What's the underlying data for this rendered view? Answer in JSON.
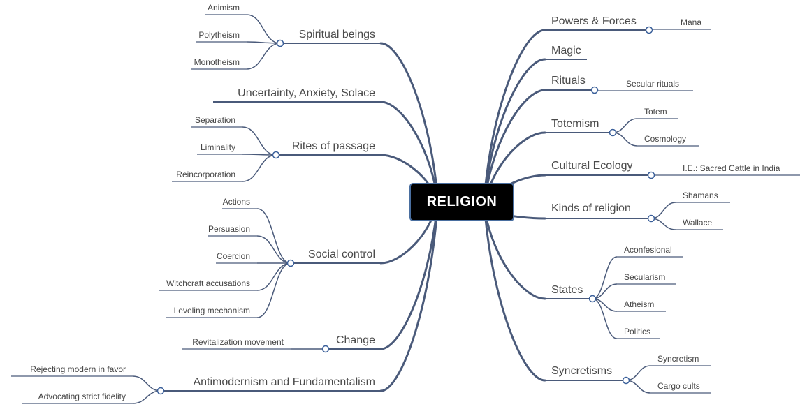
{
  "center": "RELIGION",
  "colors": {
    "line": "#4a5a7a",
    "knot_fill": "#ffffff",
    "knot_stroke": "#3a5f9a",
    "center_bg": "#000000",
    "center_border": "#4a6fa0"
  },
  "left_branches": [
    {
      "label": "Spiritual beings",
      "children": [
        "Animism",
        "Polytheism",
        "Monotheism"
      ]
    },
    {
      "label": "Uncertainty, Anxiety, Solace",
      "children": []
    },
    {
      "label": "Rites of passage",
      "children": [
        "Separation",
        "Liminality",
        "Reincorporation"
      ]
    },
    {
      "label": "Social control",
      "children": [
        "Actions",
        "Persuasion",
        "Coercion",
        "Witchcraft accusations",
        "Leveling mechanism"
      ]
    },
    {
      "label": "Change",
      "children": [
        "Revitalization movement"
      ]
    },
    {
      "label": "Antimodernism and Fundamentalism",
      "children": [
        "Rejecting modern in favor",
        "Advocating strict fidelity"
      ]
    }
  ],
  "right_branches": [
    {
      "label": "Powers & Forces",
      "children": [
        "Mana"
      ]
    },
    {
      "label": "Magic",
      "children": []
    },
    {
      "label": "Rituals",
      "children": [
        "Secular rituals"
      ]
    },
    {
      "label": "Totemism",
      "children": [
        "Totem",
        "Cosmology"
      ]
    },
    {
      "label": "Cultural Ecology",
      "children": [
        "I.E.: Sacred Cattle in India"
      ]
    },
    {
      "label": "Kinds of religion",
      "children": [
        "Shamans",
        "Wallace"
      ]
    },
    {
      "label": "States",
      "children": [
        "Aconfesional",
        "Secularism",
        "Atheism",
        "Politics"
      ]
    },
    {
      "label": "Syncretisms",
      "children": [
        "Syncretism",
        "Cargo cults"
      ]
    }
  ]
}
